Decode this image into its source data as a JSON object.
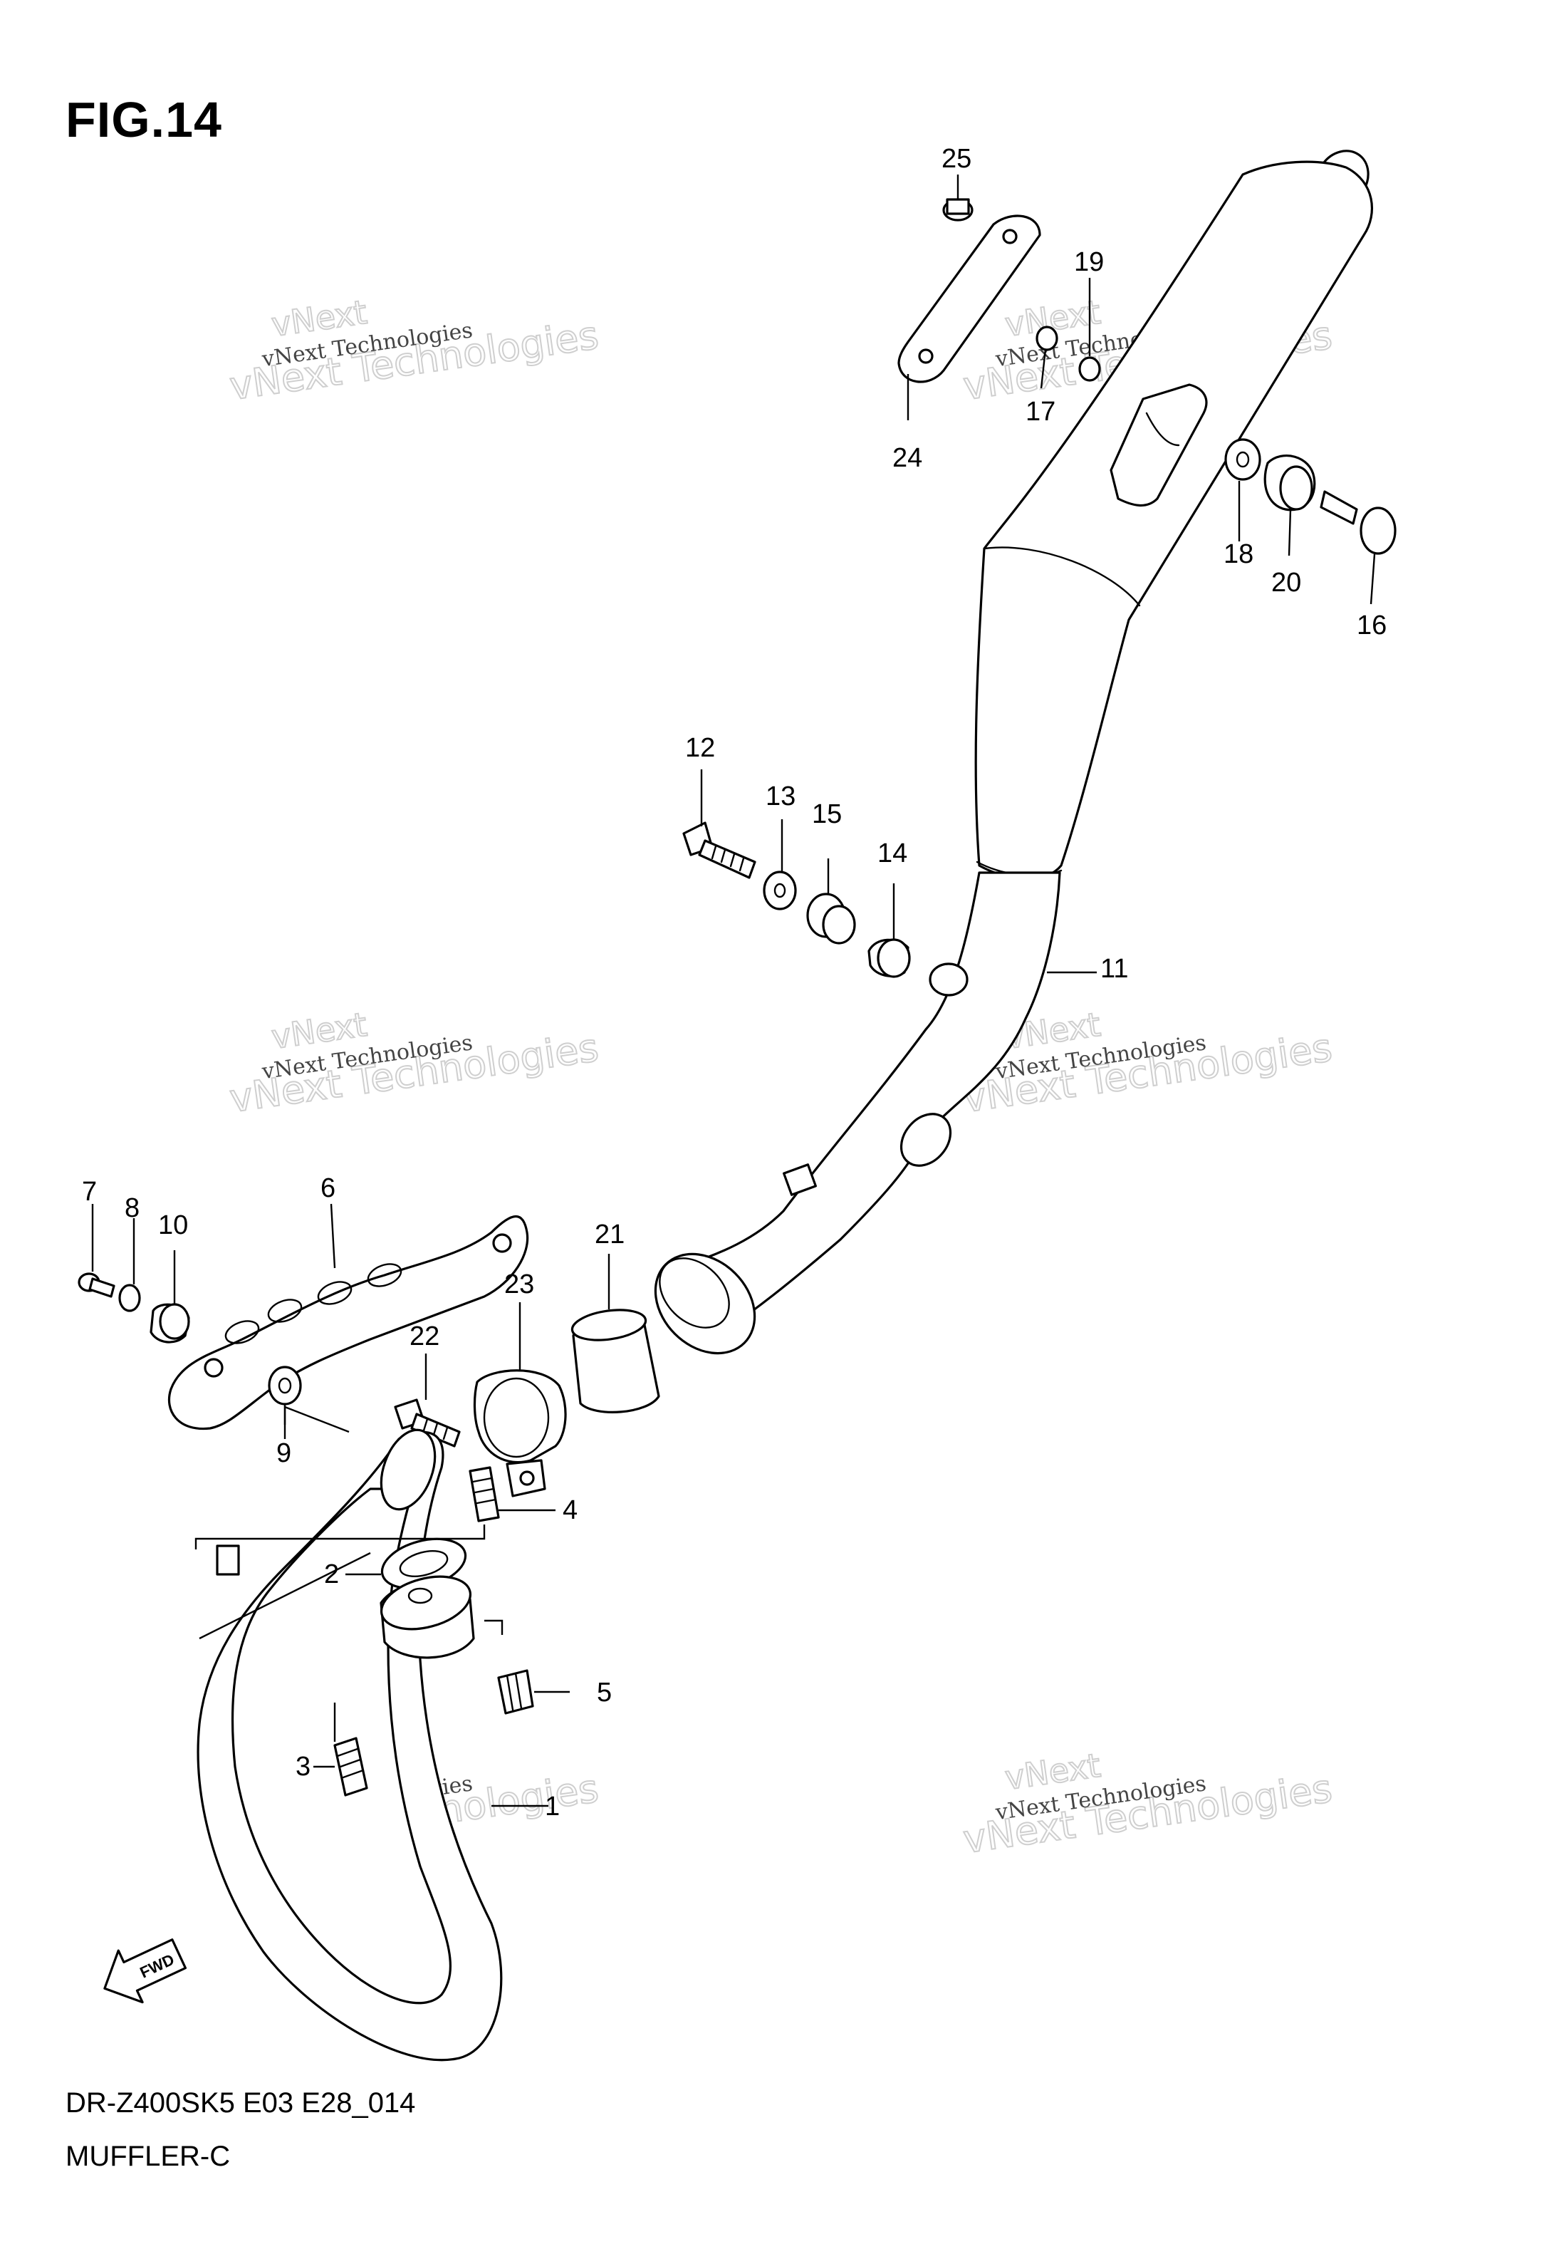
{
  "figure": {
    "title": "FIG.14",
    "model_code": "DR-Z400SK5 E03 E28_014",
    "assembly_name": "MUFFLER-C"
  },
  "watermark": {
    "brand_short": "vNext",
    "brand_full": "vNext Technologies",
    "brand_word": "Technologies"
  },
  "direction_badge": "FWD",
  "callouts": [
    "1",
    "2",
    "3",
    "4",
    "5",
    "6",
    "7",
    "8",
    "9",
    "10",
    "11",
    "12",
    "13",
    "14",
    "15",
    "16",
    "17",
    "18",
    "19",
    "20",
    "21",
    "22",
    "23",
    "24",
    "25"
  ]
}
